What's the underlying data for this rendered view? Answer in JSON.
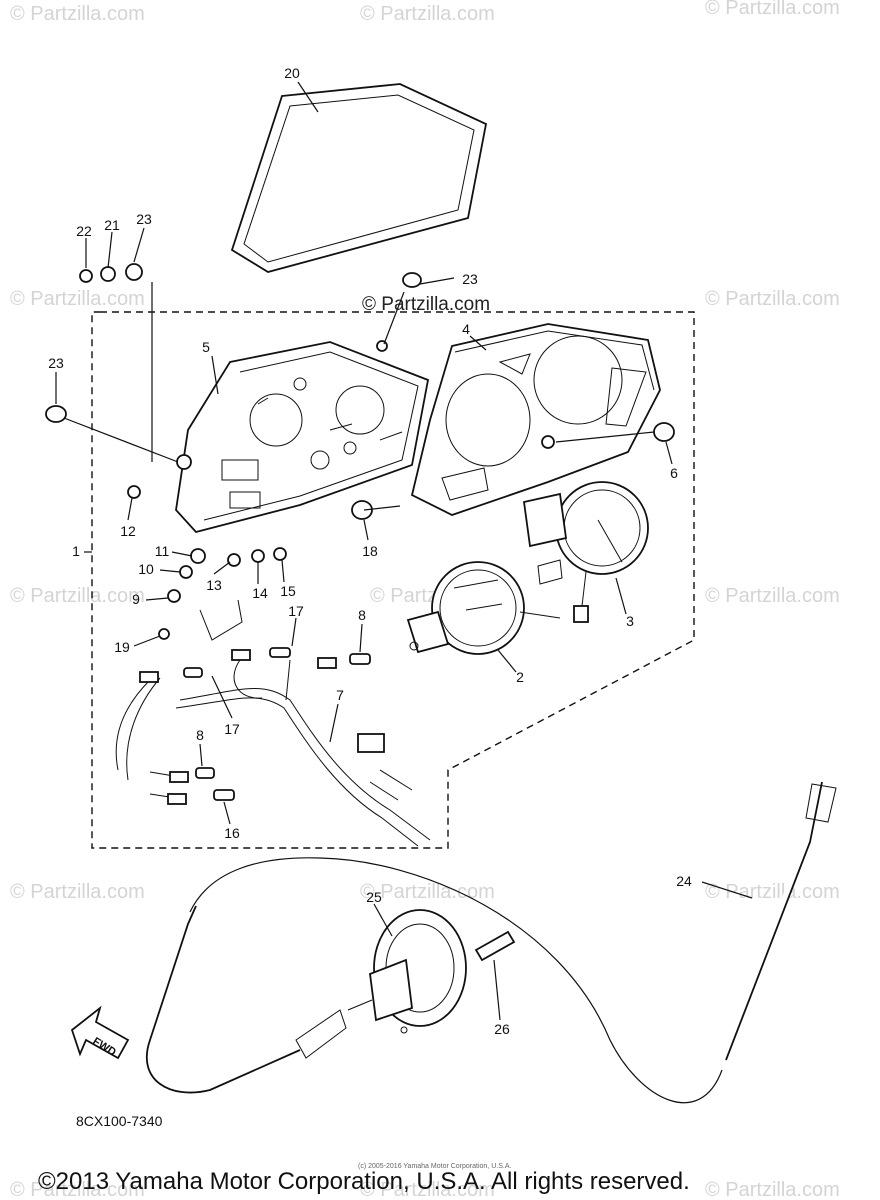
{
  "watermark": {
    "text": "© Partzilla.com"
  },
  "header_mark": {
    "text": "© Partzilla.com"
  },
  "diagram_code": "8CX100-7340",
  "fwd_label": "FWD",
  "small_print": "(c) 2005-2016 Yamaha Motor Corporation, U.S.A.",
  "copyright": "©2013 Yamaha Motor Corporation, U.S.A. All rights reserved.",
  "callouts": {
    "c1": "1",
    "c2": "2",
    "c3": "3",
    "c4": "4",
    "c5": "5",
    "c6": "6",
    "c7": "7",
    "c8a": "8",
    "c8b": "8",
    "c9": "9",
    "c10": "10",
    "c11": "11",
    "c12": "12",
    "c13": "13",
    "c14": "14",
    "c15": "15",
    "c16": "16",
    "c17a": "17",
    "c17b": "17",
    "c18": "18",
    "c19": "19",
    "c20": "20",
    "c21": "21",
    "c22": "22",
    "c23a": "23",
    "c23b": "23",
    "c23c": "23",
    "c24": "24",
    "c25": "25",
    "c26": "26"
  }
}
